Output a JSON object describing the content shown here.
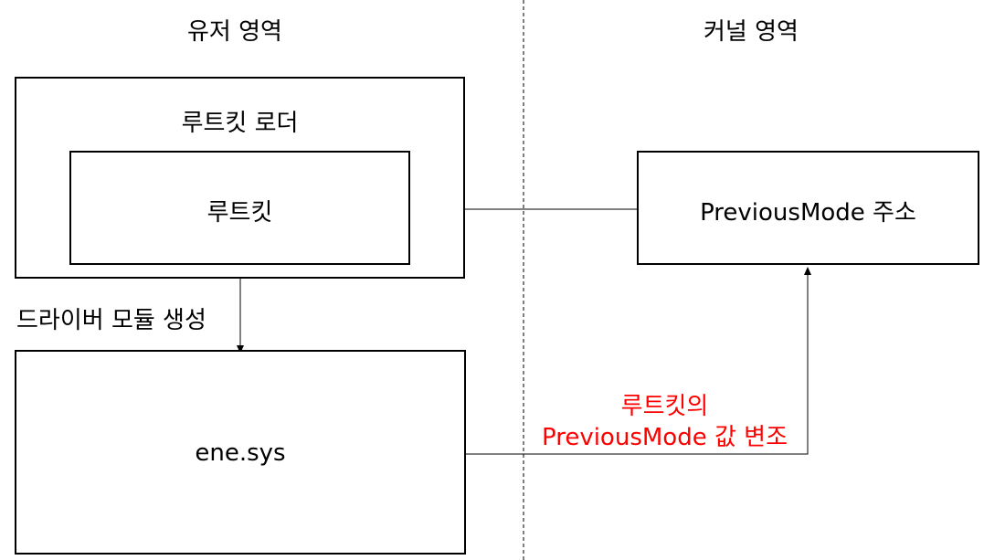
{
  "regions": {
    "user_title": "유저 영역",
    "kernel_title": "커널 영역"
  },
  "boxes": {
    "rootkit_loader": "루트킷 로더",
    "rootkit": "루트킷",
    "previous_mode_address": "PreviousMode 주소",
    "ene_sys": "ene.sys"
  },
  "edges": {
    "create_driver_module": "드라이버 모듈 생성",
    "tamper_line1": "루트킷의",
    "tamper_line2": "PreviousMode 값 변조"
  },
  "colors": {
    "stroke": "#000000",
    "annotation": "#ff0000",
    "divider": "#000000"
  }
}
